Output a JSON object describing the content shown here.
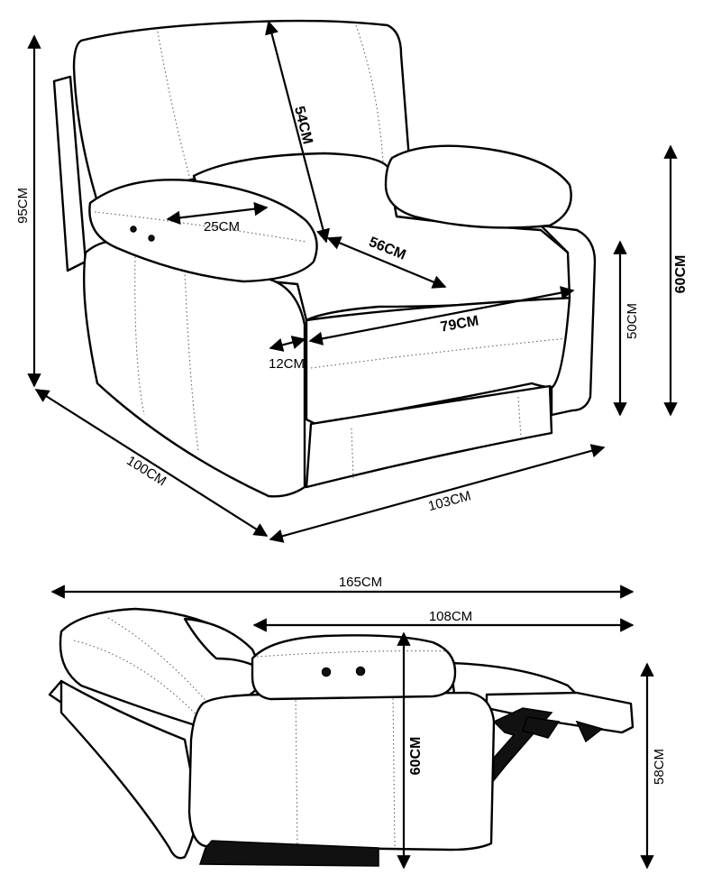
{
  "colors": {
    "line": "#000000",
    "background": "#ffffff",
    "seam": "#555555"
  },
  "top_view": {
    "height_total": "95CM",
    "backrest_height": "54CM",
    "arm_width": "25CM",
    "seat_depth": "56CM",
    "seat_width": "79CM",
    "gap": "12CM",
    "seat_height": "50CM",
    "arm_height": "60CM",
    "depth": "100CM",
    "width": "103CM"
  },
  "side_view": {
    "reclined_length": "165CM",
    "arm_to_footrest": "108CM",
    "arm_height": "60CM",
    "footrest_height": "58CM"
  }
}
